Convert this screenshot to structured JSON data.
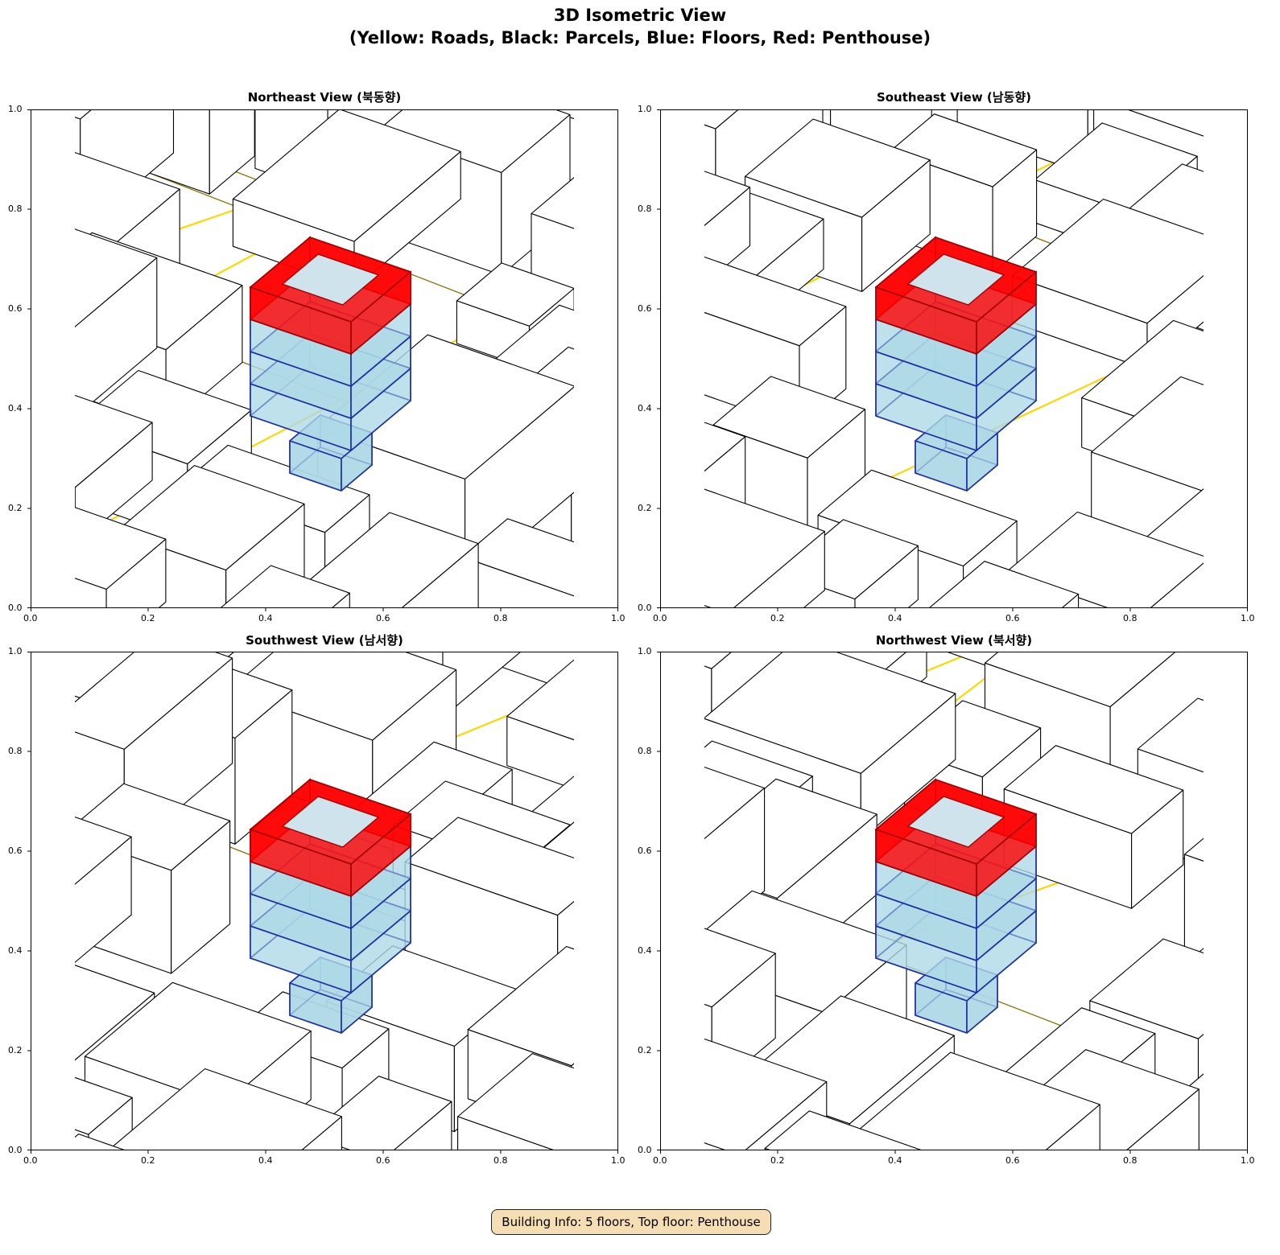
{
  "title_line1": "3D Isometric View",
  "title_line2": "(Yellow: Roads, Black: Parcels, Blue: Floors, Red: Penthouse)",
  "panels": [
    {
      "title": "Northeast View (북동향)"
    },
    {
      "title": "Southeast View (남동향)"
    },
    {
      "title": "Southwest View (남서향)"
    },
    {
      "title": "Northwest View (북서향)"
    }
  ],
  "ticks": [
    "0.0",
    "0.2",
    "0.4",
    "0.6",
    "0.8",
    "1.0"
  ],
  "footer": "Building Info: 5 floors, Top floor: Penthouse",
  "colors": {
    "road": "#ffd700",
    "parcel": "#000000",
    "floor": "#add8e6",
    "floor_edge": "#1f2fa8",
    "penthouse": "#ff0000"
  }
}
